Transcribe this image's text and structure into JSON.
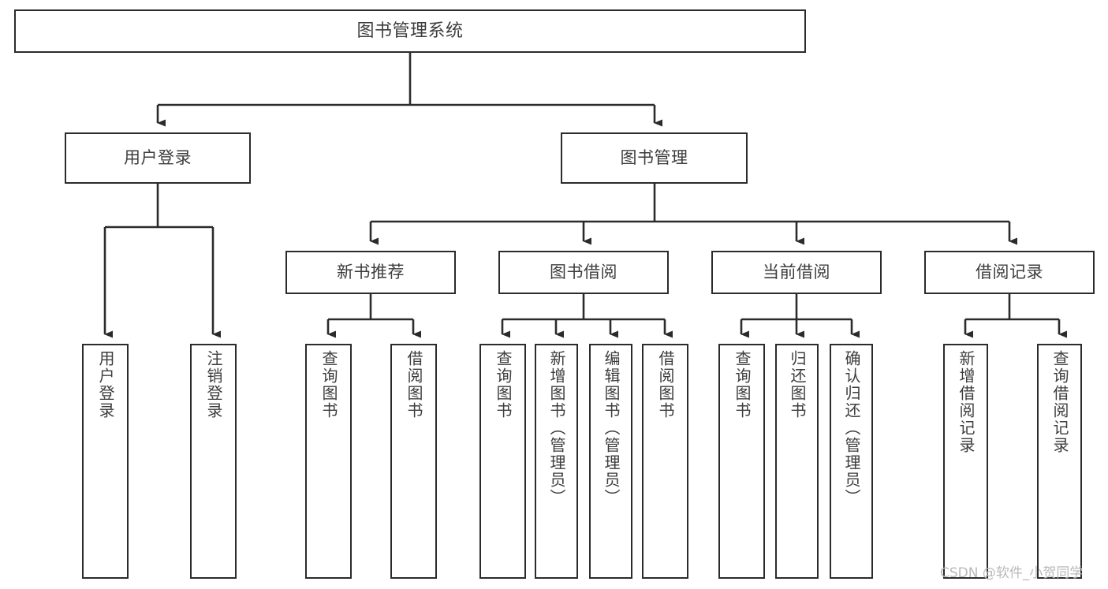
{
  "diagram": {
    "title": "图书管理系统",
    "type": "functional-structure-tree",
    "colors": {
      "border": "#2b2b2b",
      "text": "#3d3d3d",
      "background": "#ffffff",
      "watermark": "#b9b9b9"
    },
    "root": {
      "label": "图书管理系统"
    },
    "level2": [
      {
        "label": "用户登录"
      },
      {
        "label": "图书管理"
      }
    ],
    "level3": [
      {
        "label": "新书推荐"
      },
      {
        "label": "图书借阅"
      },
      {
        "label": "当前借阅"
      },
      {
        "label": "借阅记录"
      }
    ],
    "leaves": {
      "user_login": [
        {
          "label": "用户登录"
        },
        {
          "label": "注销登录"
        }
      ],
      "new_book_recommend": [
        {
          "label": "查询图书"
        },
        {
          "label": "借阅图书"
        }
      ],
      "book_borrow": [
        {
          "label": "查询图书"
        },
        {
          "label": "新增图书（管理员）"
        },
        {
          "label": "编辑图书（管理员）"
        },
        {
          "label": "借阅图书"
        }
      ],
      "current_borrow": [
        {
          "label": "查询图书"
        },
        {
          "label": "归还图书"
        },
        {
          "label": "确认归还（管理员）"
        }
      ],
      "borrow_record": [
        {
          "label": "新增借阅记录"
        },
        {
          "label": "查询借阅记录"
        }
      ]
    }
  },
  "watermark": {
    "text": "CSDN @软件_小贺同学"
  }
}
